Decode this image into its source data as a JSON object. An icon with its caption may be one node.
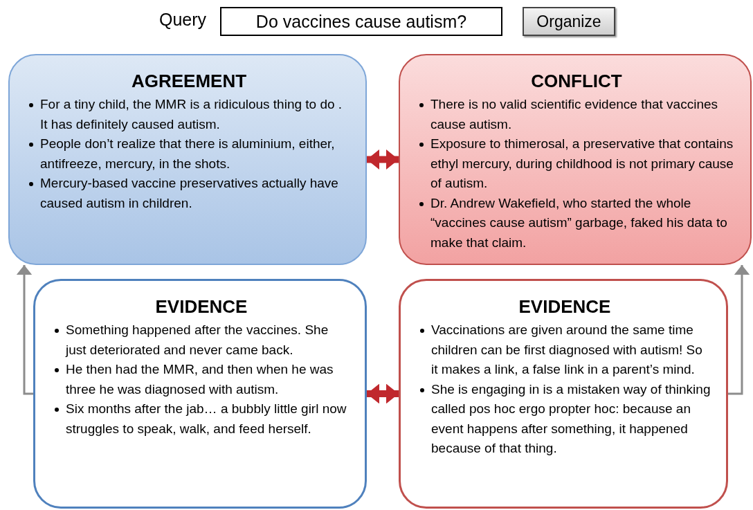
{
  "diagram": {
    "nodes": [
      {
        "text": [
          "Do vaccines cause autism?"
        ]
      },
      {
        "text": [
          "Organize"
        ]
      },
      {
        "text": [
          "AGREEMENT",
          "For a tiny child, the MMR is a ridiculous thing to do . It has definitely caused autism.",
          "People don’t realize that there is aluminium, either, antifreeze, mercury, in the shots.",
          "Mercury-based vaccine preservatives actually have caused autism in children."
        ]
      },
      {
        "text": [
          "CONFLICT",
          "There is no valid scientific evidence that vaccines cause autism.",
          "Exposure to thimerosal, a preservative that contains ethyl mercury, during childhood is not primary cause of autism.",
          "Dr. Andrew Wakefield, who started the whole “vaccines cause autism” garbage, faked his data to make that claim."
        ]
      },
      {
        "text": [
          "EVIDENCE",
          "Something happened after the vaccines. She just deteriorated and never came back.",
          "He then had the MMR, and then when he was three he was diagnosed with autism.",
          "Six months after the jab… a bubbly little girl now struggles to speak, walk, and feed herself."
        ]
      },
      {
        "text": [
          "EVIDENCE",
          "Vaccinations are given around the same time children can be first diagnosed with autism! So it makes a link, a  false link in a parent’s mind.",
          "She is engaging in is a mistaken way of thinking called pos hoc ergo propter hoc: because an event happens after something, it happened because of that thing."
        ]
      }
    ],
    "edges": [
      {
        "from": 2,
        "to": 3,
        "arrow": "both",
        "style": "thick",
        "color": "#c0282d"
      },
      {
        "from": 4,
        "to": 5,
        "arrow": "both",
        "style": "thick",
        "color": "#c0282d"
      },
      {
        "from": 4,
        "to": 2,
        "arrow": "to",
        "color": "#8c8c8c"
      },
      {
        "from": 5,
        "to": 3,
        "arrow": "to",
        "color": "#8c8c8c"
      }
    ],
    "labels": [
      "Query"
    ]
  }
}
